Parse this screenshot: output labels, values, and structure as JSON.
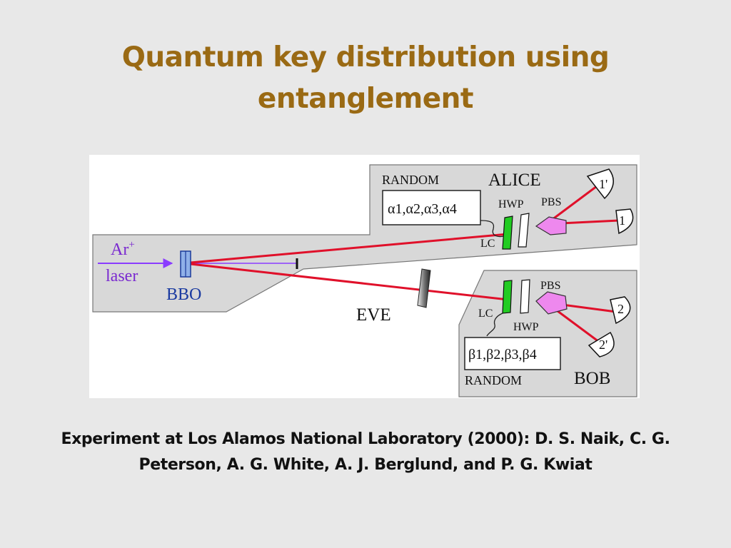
{
  "title": "Quantum key distribution using entanglement",
  "diagram": {
    "source_label_top": "Ar",
    "source_label_sup": "+",
    "source_label_bottom": "laser",
    "crystal_label": "BBO",
    "eavesdropper_label": "EVE",
    "alice": {
      "name": "ALICE",
      "random_label": "RANDOM",
      "angles": "α1,α2,α3,α4",
      "hwp_label": "HWP",
      "pbs_label": "PBS",
      "lc_label": "LC",
      "detector_a": "1'",
      "detector_b": "1"
    },
    "bob": {
      "name": "BOB",
      "random_label": "RANDOM",
      "angles": "β1,β2,β3,β4",
      "hwp_label": "HWP",
      "pbs_label": "PBS",
      "lc_label": "LC",
      "detector_a": "2",
      "detector_b": "2'"
    },
    "colors": {
      "beam": "#e0102a",
      "pump": "#8a3cff",
      "lc": "#22cc22",
      "pbs": "#ee88ee",
      "region": "#d8d8d8",
      "crystal": "#8fb0e8"
    }
  },
  "caption": "Experiment at Los Alamos National Laboratory (2000): D. S. Naik, C. G. Peterson, A. G. White, A. J. Berglund, and P. G. Kwiat"
}
